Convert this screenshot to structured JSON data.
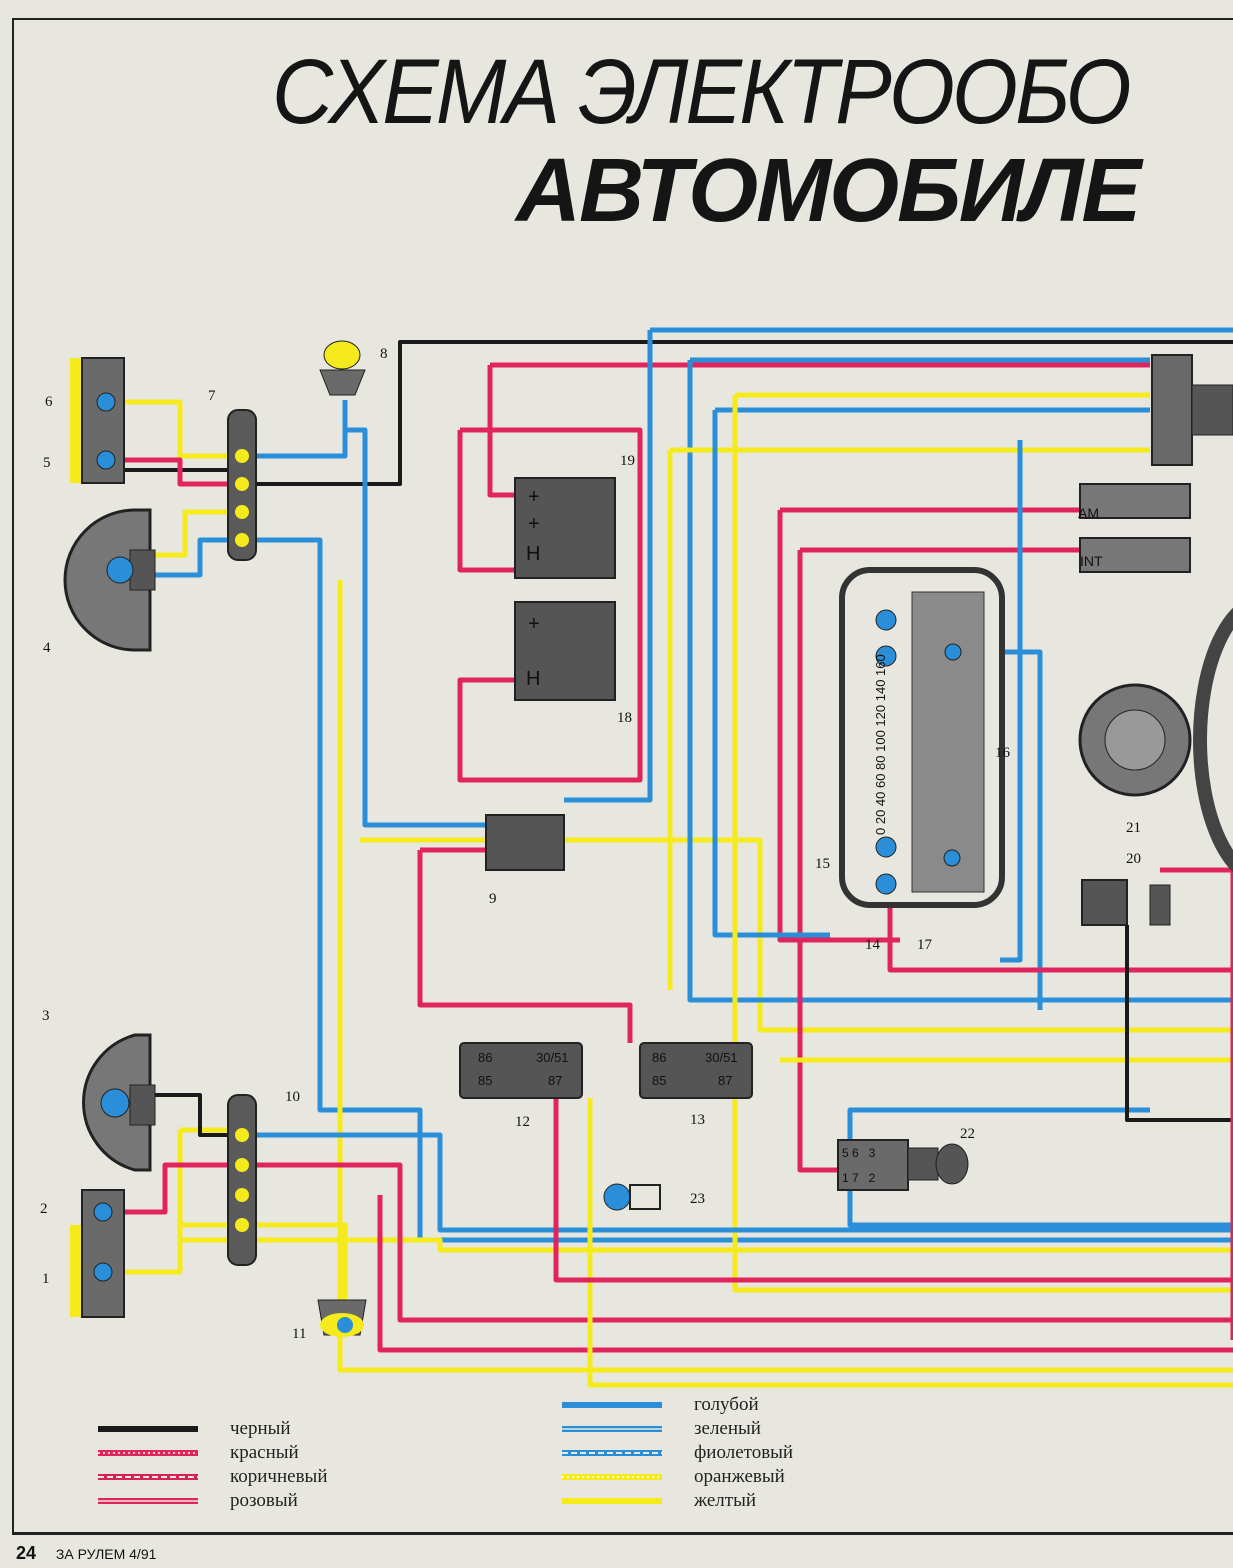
{
  "title": {
    "line1": "СХЕМА ЭЛЕКТРООБО",
    "line2": "АВТОМОБИЛЕ"
  },
  "wire_colors": {
    "black": "#1a1a1a",
    "red": "#e0245e",
    "blue": "#2a8fd8",
    "yellow": "#f4ea1c",
    "grey": "#5a5a5a"
  },
  "components": [
    "1",
    "2",
    "3",
    "4",
    "5",
    "6",
    "7",
    "8",
    "9",
    "10",
    "11",
    "12",
    "13",
    "14",
    "15",
    "16",
    "17",
    "18",
    "19",
    "20",
    "21",
    "22",
    "23"
  ],
  "relay12": {
    "t1": "86",
    "t2": "85",
    "t3": "30/51",
    "t4": "87"
  },
  "relay13": {
    "t1": "86",
    "t2": "85",
    "t3": "30/51",
    "t4": "87"
  },
  "switch22": {
    "top": "5 6   3",
    "bottom": "1 7   2"
  },
  "battery": {
    "plus": "+",
    "minus": "H"
  },
  "speedometer_scale": "0 20 40 60 80 100 120 140 160",
  "ignition_labels": {
    "am": "AM",
    "int": "INT"
  },
  "legend": [
    {
      "label": "черный",
      "color": "#1a1a1a",
      "style": "solid"
    },
    {
      "label": "красный",
      "color": "#e0245e",
      "style": "dotted"
    },
    {
      "label": "коричневый",
      "color": "#d8205a",
      "style": "dashed"
    },
    {
      "label": "розовый",
      "color": "#e0245e",
      "style": "double"
    },
    {
      "label": "голубой",
      "color": "#2a8fd8",
      "style": "solid"
    },
    {
      "label": "зеленый",
      "color": "#2a8fd8",
      "style": "double"
    },
    {
      "label": "фиолетовый",
      "color": "#2a8fd8",
      "style": "dashed"
    },
    {
      "label": "оранжевый",
      "color": "#f4ea1c",
      "style": "dotted"
    },
    {
      "label": "желтый",
      "color": "#f4ea1c",
      "style": "solid"
    }
  ],
  "footer": {
    "page": "24",
    "issue": "ЗА РУЛЕМ 4/91"
  }
}
